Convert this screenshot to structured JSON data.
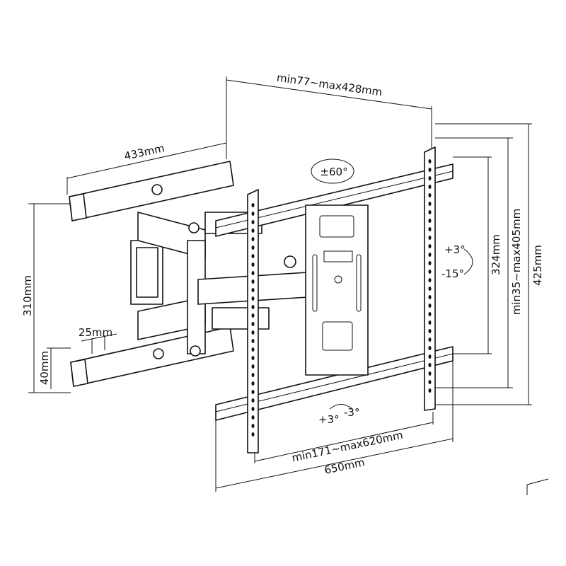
{
  "title": "TV wall mount dimension diagram",
  "dimensions": {
    "extension": "min77~max428mm",
    "arm_length": "433mm",
    "wall_plate_height": "310mm",
    "rail_gap": "25mm",
    "arm_width": "40mm",
    "bracket_inner": "324mm",
    "vesa_vertical": "min35~max405mm",
    "bracket_height": "425mm",
    "vesa_horizontal": "min171~max620mm",
    "rail_width": "650mm"
  },
  "angles": {
    "swivel": "±60°",
    "tilt_up": "+3°",
    "tilt_down": "-15°",
    "level_plus": "+3°",
    "level_minus": "-3°"
  }
}
